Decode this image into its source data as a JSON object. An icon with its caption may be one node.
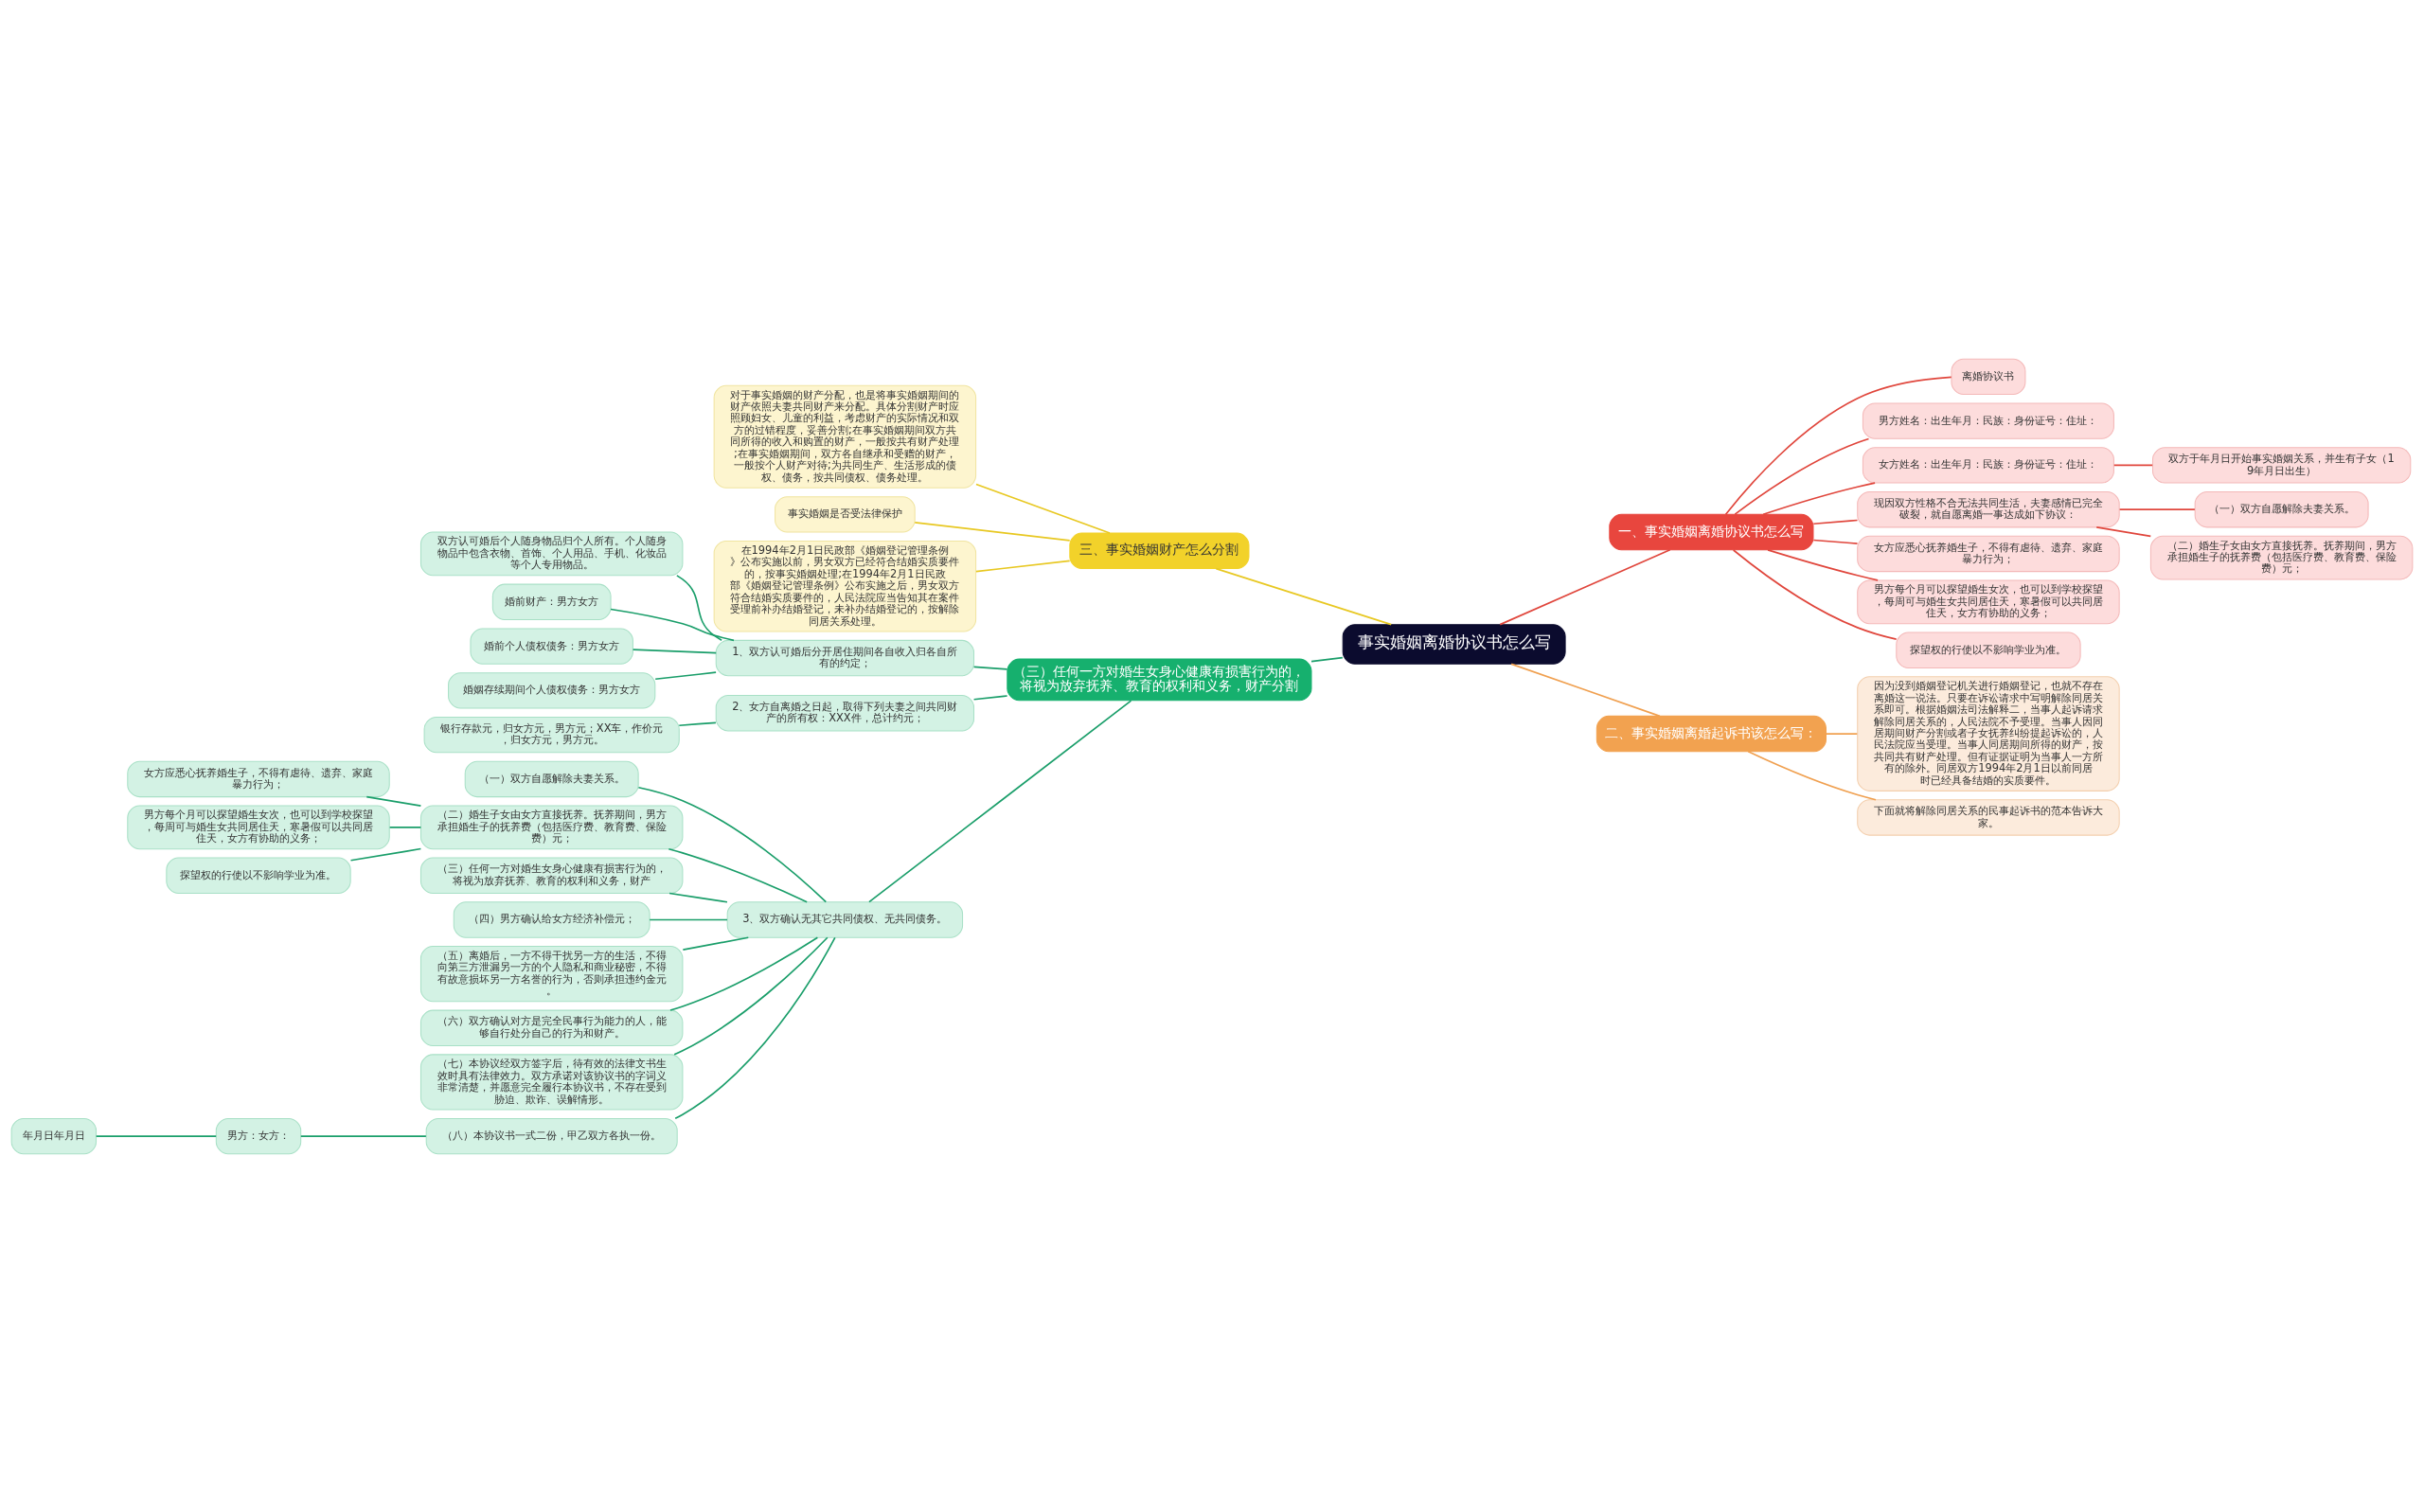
{
  "diagram": {
    "nodes": [
      {
        "text": [
          "事实婚姻离婚协议书怎么写"
        ]
      },
      {
        "text": [
          "一、事实婚姻离婚协议书怎么写"
        ]
      },
      {
        "text": [
          "离婚协议书"
        ]
      },
      {
        "text": [
          "男方姓名：出生年月：民族：身份证号：住址："
        ]
      },
      {
        "text": [
          "女方姓名：出生年月：民族：身份证号：住址："
        ]
      },
      {
        "text": [
          "双方于年月日开始事实婚姻关系，并生有子女（19年月日出生）"
        ]
      },
      {
        "text": [
          "现因双方性格不合无法共同生活，夫妻感情已完全破裂，就自愿离婚一事达成如下协议："
        ]
      },
      {
        "text": [
          "（一）双方自愿解除夫妻关系。"
        ]
      },
      {
        "text": [
          "（二）婚生子女由女方直接抚养。抚养期间，男方承担婚生子的抚养费（包括医疗费、教育费、保险费）元；"
        ]
      },
      {
        "text": [
          "女方应悉心抚养婚生子，不得有虐待、遗弃、家庭暴力行为；"
        ]
      },
      {
        "text": [
          "男方每个月可以探望婚生女次，也可以到学校探望，每周可与婚生女共同居住天，寒暑假可以共同居住天，女方有协助的义务；"
        ]
      },
      {
        "text": [
          "探望权的行使以不影响学业为准。"
        ]
      },
      {
        "text": [
          "二、事实婚姻离婚起诉书该怎么写："
        ]
      },
      {
        "text": [
          "因为没到婚姻登记机关进行婚姻登记，也就不存在离婚这一说法。只要在诉讼请求中写明解除同居关系即可。根据婚姻法司法解释二，当事人起诉请求解除同居关系的，人民法院不予受理。当事人因同居期间财产分割或者子女抚养纠纷提起诉讼的，人民法院应当受理。当事人同居期间所得的财产，按共同共有财产处理。但有证据证明为当事人一方所有的除外。同居双方1994年2月1日以前同居时已经具备结婚的实质要件。"
        ]
      },
      {
        "text": [
          "下面就将解除同居关系的民事起诉书的范本告诉大家。"
        ]
      },
      {
        "text": [
          "三、事实婚姻财产怎么分割"
        ]
      },
      {
        "text": [
          "对于事实婚姻的财产分配，也是将事实婚姻期间的财产依照夫妻共同财产来分配。具体分割财产时应照顾妇女、儿童的利益，考虑财产的实际情况和双方的过错程度，妥善分割;在事实婚姻期间双方共同所得的收入和购置的财产，一般按共有财产处理;在事实婚姻期间，双方各自继承和受赠的财产，一般按个人财产对待;为共同生产、生活形成的债权、债务，按共同债权、债务处理。"
        ]
      },
      {
        "text": [
          "事实婚姻是否受法律保护"
        ]
      },
      {
        "text": [
          "在1994年2月1日民政部《婚姻登记管理条例》公布实施以前，男女双方已经符合结婚实质要件的，按事实婚姻处理;在1994年2月1日民政部《婚姻登记管理条例》公布实施之后，男女双方符合结婚实质要件的，人民法院应当告知其在案件受理前补办结婚登记，未补办结婚登记的，按解除同居关系处理。"
        ]
      },
      {
        "text": [
          "（三）任何一方对婚生女身心健康有损害行为的，将视为放弃抚养、教育的权利和义务，财产分割"
        ]
      },
      {
        "text": [
          "1、双方认可婚后分开居住期间各自收入归各自所有的约定；"
        ]
      },
      {
        "text": [
          "双方认可婚后个人随身物品归个人所有。个人随身物品中包含衣物、首饰、个人用品、手机、化妆品等个人专用物品。"
        ]
      },
      {
        "text": [
          "婚前财产：男方女方"
        ]
      },
      {
        "text": [
          "婚前个人债权债务：男方女方"
        ]
      },
      {
        "text": [
          "婚姻存续期间个人债权债务：男方女方"
        ]
      },
      {
        "text": [
          "2、女方自离婚之日起，取得下列夫妻之间共同财产的所有权：XXX件，总计约元；"
        ]
      },
      {
        "text": [
          "银行存款元，归女方元，男方元；XX车，作价元，归女方元，男方元。"
        ]
      },
      {
        "text": [
          "3、双方确认无其它共同债权、无共同债务。"
        ]
      },
      {
        "text": [
          "（一）双方自愿解除夫妻关系。"
        ]
      },
      {
        "text": [
          "（二）婚生子女由女方直接抚养。抚养期间，男方承担婚生子的抚养费（包括医疗费、教育费、保险费）元；"
        ]
      },
      {
        "text": [
          "女方应悉心抚养婚生子，不得有虐待、遗弃、家庭暴力行为；"
        ]
      },
      {
        "text": [
          "男方每个月可以探望婚生女次，也可以到学校探望，每周可与婚生女共同居住天，寒暑假可以共同居住天，女方有协助的义务；"
        ]
      },
      {
        "text": [
          "探望权的行使以不影响学业为准。"
        ]
      },
      {
        "text": [
          "（三）任何一方对婚生女身心健康有损害行为的，将视为放弃抚养、教育的权利和义务，财产"
        ]
      },
      {
        "text": [
          "（四）男方确认给女方经济补偿元；"
        ]
      },
      {
        "text": [
          "（五）离婚后，一方不得干扰另一方的生活，不得向第三方泄漏另一方的个人隐私和商业秘密，不得有故意损坏另一方名誉的行为，否则承担违约金元。"
        ]
      },
      {
        "text": [
          "（六）双方确认对方是完全民事行为能力的人，能够自行处分自己的行为和财产。"
        ]
      },
      {
        "text": [
          "（七）本协议经双方签字后，待有效的法律文书生效时具有法律效力。双方承诺对该协议书的字词义非常清楚，并愿意完全履行本协议书，不存在受到胁迫、欺诈、误解情形。"
        ]
      },
      {
        "text": [
          "（八）本协议书一式二份，甲乙双方各执一份。"
        ]
      },
      {
        "text": [
          "男方：女方："
        ]
      },
      {
        "text": [
          "年月日年月日"
        ]
      }
    ],
    "edges": [
      {
        "from": 0,
        "to": 1,
        "arrow": "none",
        "color": "#e0463c"
      },
      {
        "from": 1,
        "to": 2,
        "arrow": "none",
        "color": "#e0463c"
      },
      {
        "from": 1,
        "to": 3,
        "arrow": "none",
        "color": "#e0463c"
      },
      {
        "from": 1,
        "to": 4,
        "arrow": "none",
        "color": "#e0463c"
      },
      {
        "from": 4,
        "to": 5,
        "arrow": "none",
        "color": "#e0463c"
      },
      {
        "from": 1,
        "to": 6,
        "arrow": "none",
        "color": "#e0463c"
      },
      {
        "from": 6,
        "to": 7,
        "arrow": "none",
        "color": "#e0463c"
      },
      {
        "from": 6,
        "to": 8,
        "arrow": "none",
        "color": "#e0463c"
      },
      {
        "from": 1,
        "to": 9,
        "arrow": "none",
        "color": "#e0463c"
      },
      {
        "from": 1,
        "to": 10,
        "arrow": "none",
        "color": "#e0463c"
      },
      {
        "from": 1,
        "to": 11,
        "arrow": "none",
        "color": "#e0463c"
      },
      {
        "from": 0,
        "to": 12,
        "arrow": "none",
        "color": "#f0a050"
      },
      {
        "from": 12,
        "to": 13,
        "arrow": "none",
        "color": "#f0a050"
      },
      {
        "from": 12,
        "to": 14,
        "arrow": "none",
        "color": "#f0a050"
      },
      {
        "from": 0,
        "to": 15,
        "arrow": "none",
        "color": "#e8c822"
      },
      {
        "from": 15,
        "to": 16,
        "arrow": "none",
        "color": "#e8c822"
      },
      {
        "from": 15,
        "to": 17,
        "arrow": "none",
        "color": "#e8c822"
      },
      {
        "from": 15,
        "to": 18,
        "arrow": "none",
        "color": "#e8c822"
      },
      {
        "from": 0,
        "to": 19,
        "arrow": "none"
      },
      {
        "from": 19,
        "to": 20,
        "arrow": "none"
      },
      {
        "from": 20,
        "to": 21,
        "arrow": "none"
      },
      {
        "from": 20,
        "to": 22,
        "arrow": "none"
      },
      {
        "from": 20,
        "to": 23,
        "arrow": "none"
      },
      {
        "from": 20,
        "to": 24,
        "arrow": "none"
      },
      {
        "from": 19,
        "to": 25,
        "arrow": "none"
      },
      {
        "from": 25,
        "to": 26,
        "arrow": "none"
      },
      {
        "from": 19,
        "to": 27,
        "arrow": "none"
      },
      {
        "from": 27,
        "to": 28,
        "arrow": "none"
      },
      {
        "from": 27,
        "to": 29,
        "arrow": "none"
      },
      {
        "from": 29,
        "to": 30,
        "arrow": "none"
      },
      {
        "from": 29,
        "to": 31,
        "arrow": "none"
      },
      {
        "from": 29,
        "to": 32,
        "arrow": "none"
      },
      {
        "from": 27,
        "to": 33,
        "arrow": "none"
      },
      {
        "from": 27,
        "to": 34,
        "arrow": "none"
      },
      {
        "from": 27,
        "to": 35,
        "arrow": "none"
      },
      {
        "from": 27,
        "to": 36,
        "arrow": "none"
      },
      {
        "from": 27,
        "to": 37,
        "arrow": "none"
      },
      {
        "from": 27,
        "to": 38,
        "arrow": "none"
      },
      {
        "from": 38,
        "to": 39,
        "arrow": "none"
      },
      {
        "from": 39,
        "to": 40,
        "arrow": "none"
      }
    ]
  }
}
